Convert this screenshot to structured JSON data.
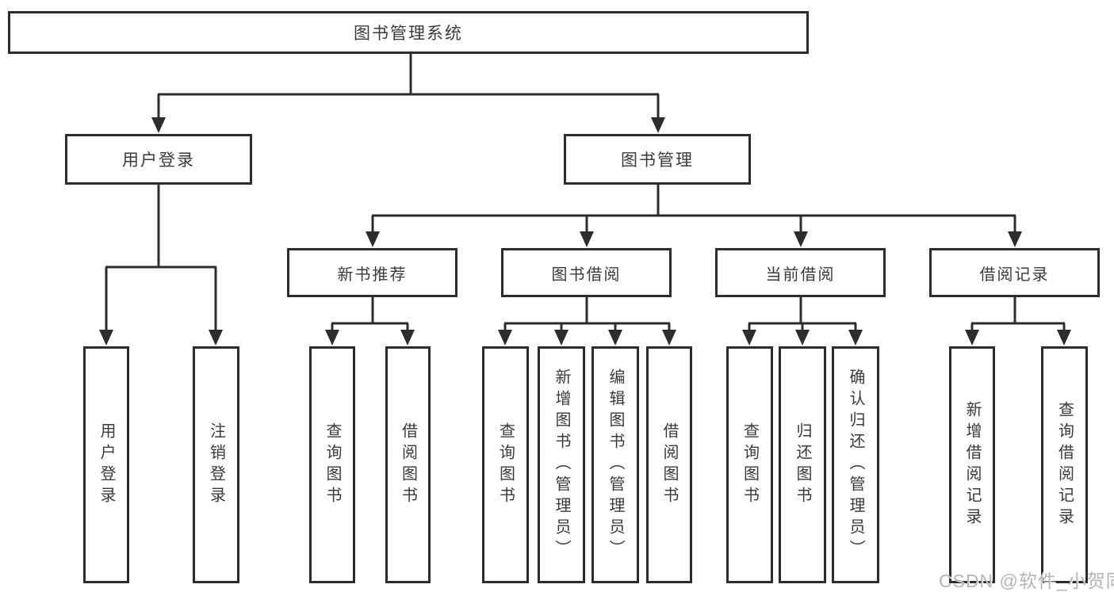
{
  "tree": {
    "root": "图书管理系统",
    "children": [
      {
        "label": "用户登录",
        "children": [
          {
            "label": "用户登录"
          },
          {
            "label": "注销登录"
          }
        ]
      },
      {
        "label": "图书管理",
        "children": [
          {
            "label": "新书推荐",
            "children": [
              {
                "label": "查询图书"
              },
              {
                "label": "借阅图书"
              }
            ]
          },
          {
            "label": "图书借阅",
            "children": [
              {
                "label": "查询图书"
              },
              {
                "label": "新增图书（管理员）"
              },
              {
                "label": "编辑图书（管理员）"
              },
              {
                "label": "借阅图书"
              }
            ]
          },
          {
            "label": "当前借阅",
            "children": [
              {
                "label": "查询图书"
              },
              {
                "label": "归还图书"
              },
              {
                "label": "确认归还（管理员）"
              }
            ]
          },
          {
            "label": "借阅记录",
            "children": [
              {
                "label": "新增借阅记录"
              },
              {
                "label": "查询借阅记录"
              }
            ]
          }
        ]
      }
    ]
  },
  "watermark": "CSDN @软件_小贺同学",
  "colors": {
    "line": "#2d2d2d",
    "text": "#3a3a3a",
    "watermark": "#b5b5b5",
    "background": "#ffffff"
  }
}
